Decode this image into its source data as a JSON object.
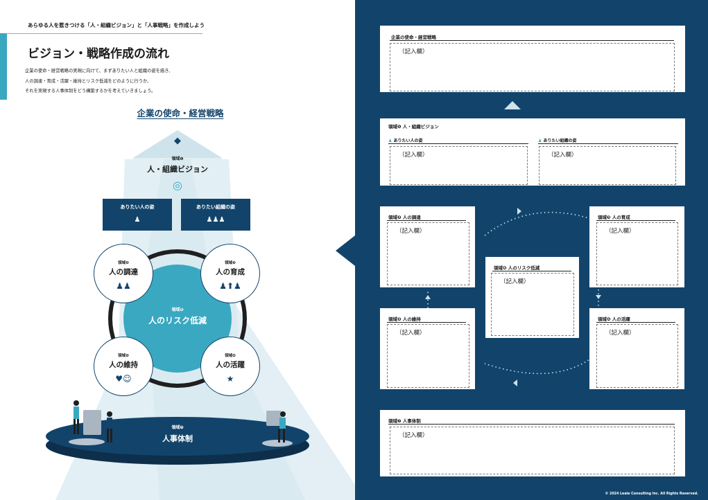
{
  "header": {
    "subtitle": "あらゆる人を惹きつける「人・組織ビジョン」と「人事戦略」を作成しよう",
    "title": "ビジョン・戦略作成の流れ",
    "desc1": "企業の使命・経営戦略の実現に向けて、まずありたい人と組織の姿を描き、",
    "desc2": "人の調達・育成・活躍・維持とリスク低減をどのように行うか、",
    "desc3": "それを実現する人事体制をどう構築するかを考えていきましょう。"
  },
  "diagram": {
    "mission": "企業の使命・経営戦略",
    "vision_domain": "領域❶",
    "vision": "人・組織ビジョン",
    "ideal_people": "ありたい人の姿",
    "ideal_org": "ありたい組織の姿",
    "procure_domain": "領域❷",
    "procure": "人の調達",
    "develop_domain": "領域❸",
    "develop": "人の育成",
    "risk_domain": "領域❻",
    "risk": "人のリスク低減",
    "retain_domain": "領域❺",
    "retain": "人の維持",
    "activate_domain": "領域❹",
    "activate": "人の活躍",
    "hr_domain": "領域❼",
    "hr": "人事体制"
  },
  "worksheet": {
    "mission_label": "企業の使命・経営戦略",
    "fill": "（記入欄）",
    "vision_label": "領域❶ 人・組織ビジョン",
    "ideal_people_label": "ありたい人の姿",
    "ideal_org_label": "ありたい組織の姿",
    "procure_label": "領域❷ 人の調達",
    "develop_label": "領域❸ 人の育成",
    "risk_label": "領域❻ 人のリスク低減",
    "retain_label": "領域❺ 人の維持",
    "activate_label": "領域❹ 人の活躍",
    "hr_label": "領域❼ 人事体制"
  },
  "footer": {
    "copyright": "© 2024 Leaie Consulting Inc. All Rights Reserved."
  },
  "colors": {
    "navy": "#12446b",
    "teal": "#3aa8c1",
    "light_blue": "#d6e8f0"
  }
}
